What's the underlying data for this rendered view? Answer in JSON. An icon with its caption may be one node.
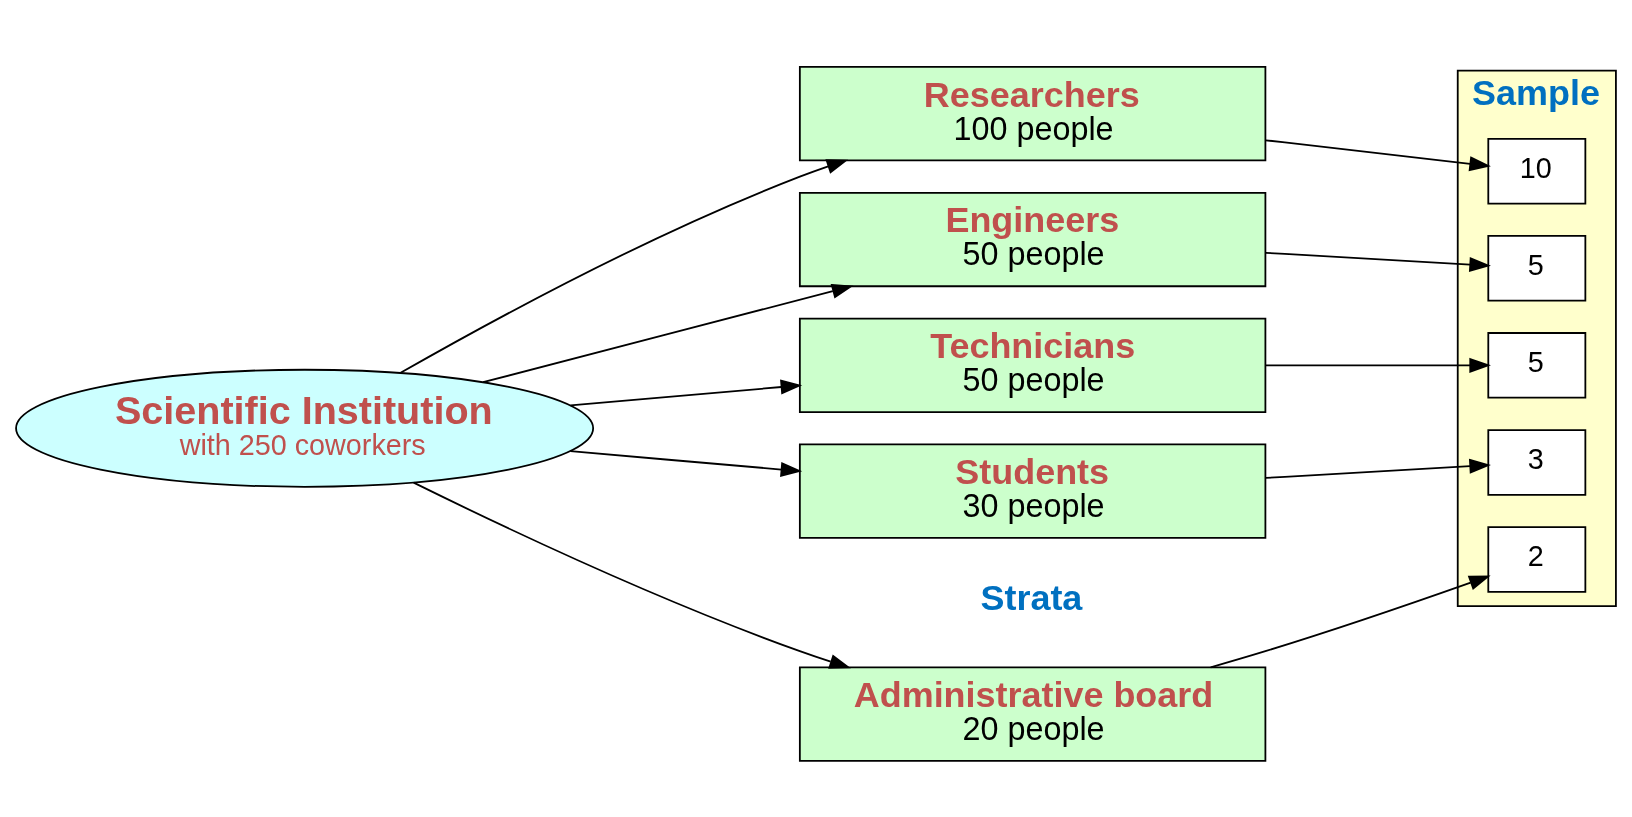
{
  "diagram": {
    "nodes": [
      {
        "text": [
          "Scientific Institution",
          "with 250 coworkers"
        ]
      },
      {
        "text": [
          "Administrative board",
          "20 people"
        ]
      },
      {
        "text": [
          "Researchers",
          "100 people"
        ]
      },
      {
        "text": [
          "Engineers",
          "50 people"
        ]
      },
      {
        "text": [
          "Technicians",
          "50 people"
        ]
      },
      {
        "text": [
          "Students",
          "30 people"
        ]
      },
      {
        "text": [
          "Sample"
        ]
      },
      {
        "text": [
          "2"
        ],
        "in": 6
      },
      {
        "text": [
          "10"
        ],
        "in": 6
      },
      {
        "text": [
          "5"
        ],
        "in": 6
      },
      {
        "text": [
          "5"
        ],
        "in": 6
      },
      {
        "text": [
          "3"
        ],
        "in": 6
      }
    ],
    "edges": [
      {
        "from": 0,
        "to": 1,
        "arrow": "to"
      },
      {
        "from": 0,
        "to": 2,
        "arrow": "to"
      },
      {
        "from": 0,
        "to": 3,
        "arrow": "to"
      },
      {
        "from": 0,
        "to": 4,
        "arrow": "to"
      },
      {
        "from": 0,
        "to": 5,
        "arrow": "to"
      },
      {
        "from": 1,
        "to": 7,
        "arrow": "to"
      },
      {
        "from": 2,
        "to": 8,
        "arrow": "to"
      },
      {
        "from": 3,
        "to": 9,
        "arrow": "to"
      },
      {
        "from": 4,
        "to": 10,
        "arrow": "to"
      },
      {
        "from": 5,
        "to": 11,
        "arrow": "to"
      }
    ],
    "labels": [
      "Strata"
    ]
  }
}
